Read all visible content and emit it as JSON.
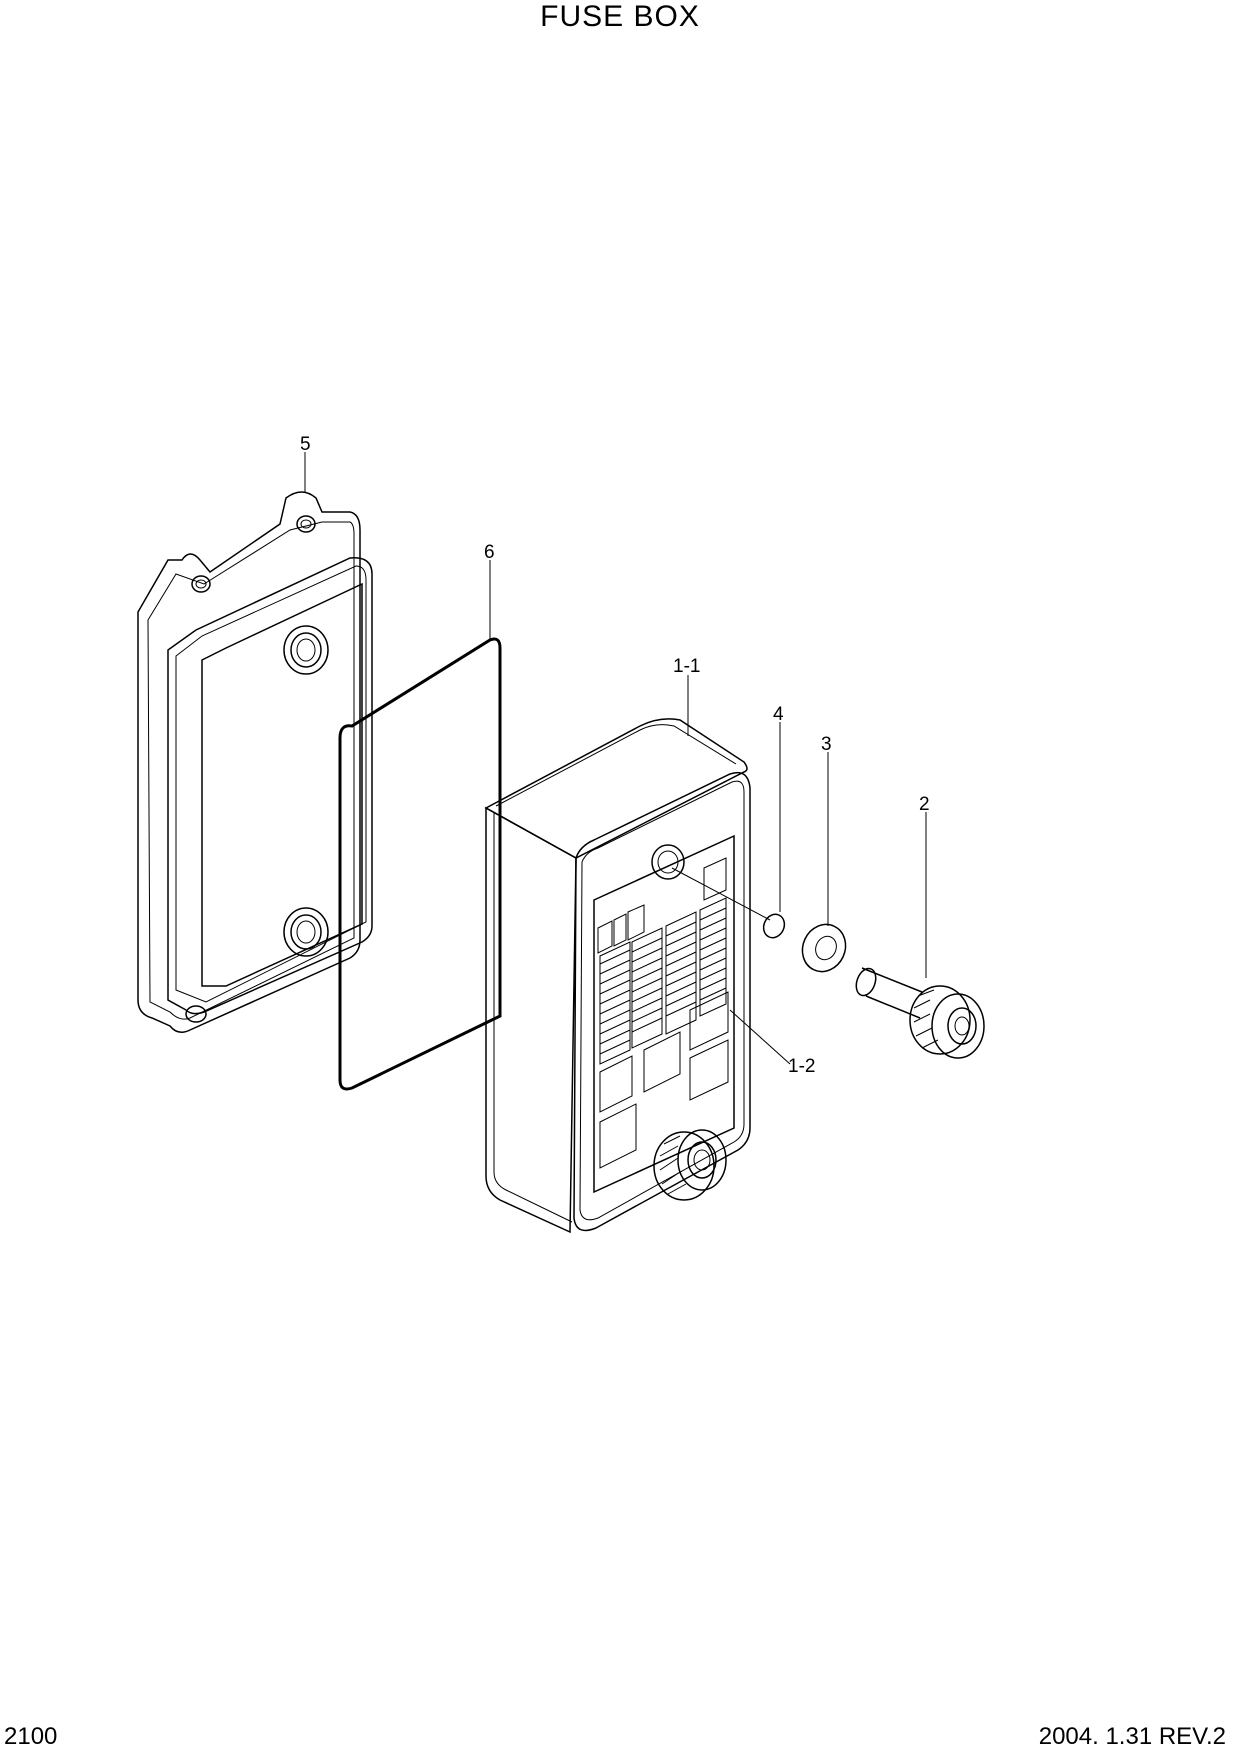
{
  "header": {
    "title": "FUSE BOX"
  },
  "footer": {
    "page_number": "2100",
    "revision": "2004. 1.31 REV.2"
  },
  "callouts": {
    "c5": "5",
    "c6": "6",
    "c1_1": "1-1",
    "c4": "4",
    "c3": "3",
    "c2": "2",
    "c1_2": "1-2"
  }
}
